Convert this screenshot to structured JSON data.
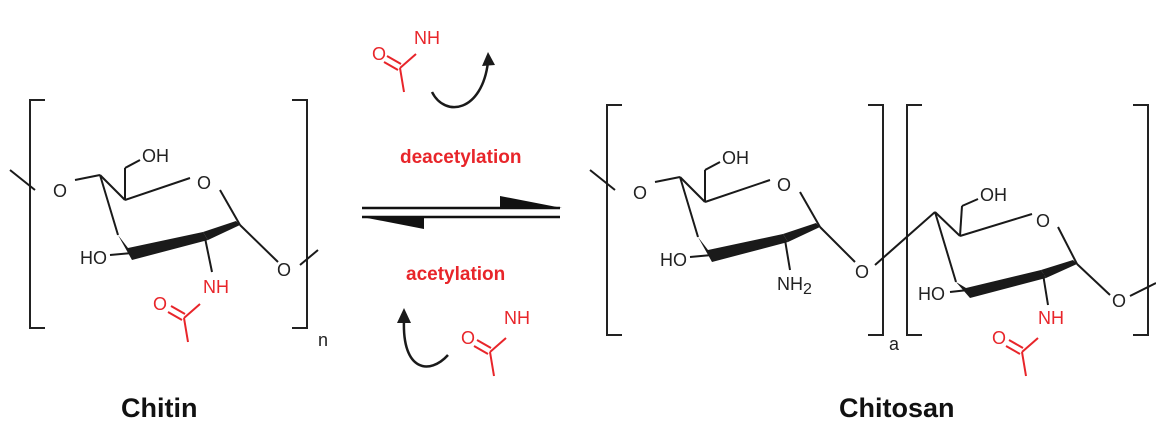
{
  "colors": {
    "accent_red": "#e8252a",
    "bond_black": "#1a1a1a"
  },
  "labels": {
    "chitin": "Chitin",
    "chitosan": "Chitosan",
    "deacetylation": "deacetylation",
    "acetylation": "acetylation",
    "repeat_n": "n",
    "repeat_a": "a"
  },
  "atoms": {
    "oh": "OH",
    "o": "O",
    "ho": "HO",
    "nh": "NH",
    "nh2_base": "NH",
    "nh2_sub": "2"
  }
}
